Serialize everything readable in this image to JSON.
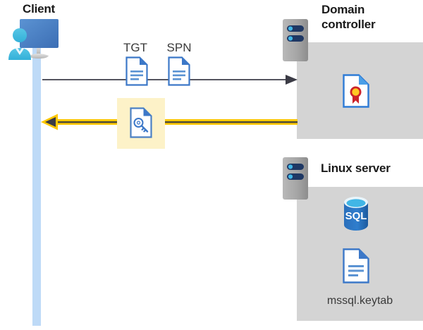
{
  "diagram": {
    "title": "Kerberos authentication flow diagram",
    "colors": {
      "panel_gray": "#d4d4d4",
      "lifeline_blue": "#bedaf7",
      "highlight_yellow": "#fdf2c8",
      "arrow_yellow": "#ffc800",
      "arrow_dark": "#3b3b45",
      "doc_blue": "#3c78c8",
      "sql_blue": "#2f6db4",
      "cert_red": "#cc2229",
      "cert_gold": "#ffc923",
      "server_gray": "#9d9d9d",
      "server_navy": "#1f3864",
      "title_black": "#1a1a1a"
    }
  },
  "client": {
    "title": "Client",
    "icon": "user-monitor-icon",
    "lifeline": "client-lifeline"
  },
  "messages": {
    "request": {
      "label": "",
      "direction": "right",
      "style": "thin-dark-arrow",
      "documents": [
        {
          "label": "TGT",
          "icon": "document-icon"
        },
        {
          "label": "SPN",
          "icon": "document-icon"
        }
      ]
    },
    "response": {
      "label": "",
      "direction": "left",
      "style": "thick-yellow-arrow",
      "documents": [
        {
          "label": "",
          "icon": "key-document-icon",
          "highlighted": true
        }
      ]
    }
  },
  "domain_controller": {
    "title": "Domain controller",
    "server_icon": "server-icon",
    "contents": [
      {
        "label": "",
        "icon": "certificate-document-icon"
      }
    ]
  },
  "linux_server": {
    "title": "Linux server",
    "server_icon": "server-icon",
    "contents": [
      {
        "label": "",
        "icon": "sql-database-icon"
      },
      {
        "label": "mssql.keytab",
        "icon": "document-icon"
      }
    ]
  }
}
